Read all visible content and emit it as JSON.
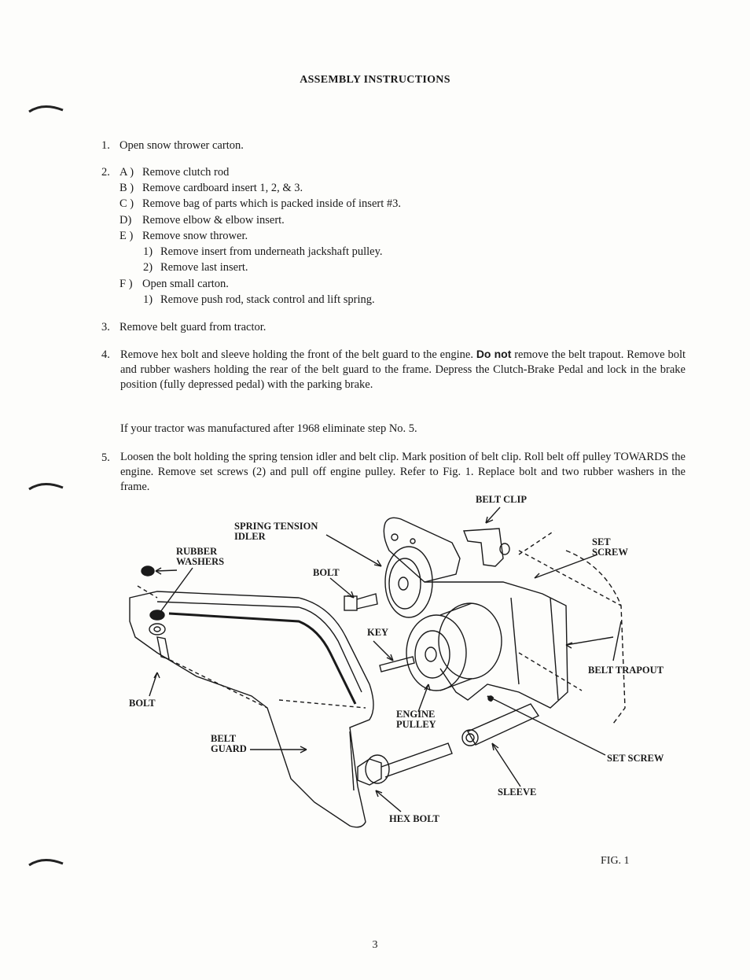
{
  "title": "ASSEMBLY INSTRUCTIONS",
  "steps": {
    "s1": {
      "num": "1.",
      "text": "Open snow thrower carton."
    },
    "s2": {
      "num": "2.",
      "A": {
        "mark": "A )",
        "text": "Remove clutch rod"
      },
      "B": {
        "mark": "B )",
        "text": "Remove cardboard insert 1, 2, & 3."
      },
      "C": {
        "mark": "C )",
        "text": "Remove bag of parts which is packed inside of insert #3."
      },
      "D": {
        "mark": "D)",
        "text": "Remove elbow & elbow insert."
      },
      "E": {
        "mark": "E )",
        "text": "Remove snow thrower."
      },
      "E1": {
        "mark": "1)",
        "text": "Remove insert from underneath jackshaft pulley."
      },
      "E2": {
        "mark": "2)",
        "text": "Remove last insert."
      },
      "F": {
        "mark": "F )",
        "text": "Open small carton."
      },
      "F1": {
        "mark": "1)",
        "text": "Remove push rod, stack control and lift spring."
      }
    },
    "s3": {
      "num": "3.",
      "text": "Remove belt guard from tractor."
    },
    "s4": {
      "num": "4.",
      "before": "Remove hex bolt and sleeve holding the front of the belt guard to the engine.",
      "bold": "Do not",
      "after": "remove the belt trapout. Remove bolt and rubber washers holding the rear of the belt guard to the frame. Depress the Clutch-Brake Pedal and lock in the brake position (fully depressed pedal) with the parking brake."
    },
    "note": "If your tractor was manufactured after 1968 eliminate step No. 5.",
    "s5": {
      "num": "5.",
      "text": "Loosen the bolt holding the spring tension idler and belt clip. Mark position of belt clip. Roll belt off pulley TOWARDS the engine. Remove set screws (2) and pull off engine pulley. Refer to Fig. 1. Replace bolt and two rubber washers in the frame."
    }
  },
  "labels": {
    "belt_clip": "BELT CLIP",
    "spring_tension_idler": "SPRING TENSION\nIDLER",
    "rubber_washers": "RUBBER\nWASHERS",
    "bolt_mid": "BOLT",
    "set_screw_top": "SET\nSCREW",
    "key": "KEY",
    "belt_trapout": "BELT TRAPOUT",
    "bolt_left": "BOLT",
    "engine_pulley": "ENGINE\nPULLEY",
    "belt_guard": "BELT\nGUARD",
    "set_screw_bottom": "SET SCREW",
    "sleeve": "SLEEVE",
    "hex_bolt": "HEX BOLT"
  },
  "figure_caption": "FIG. 1",
  "page_number": "3"
}
